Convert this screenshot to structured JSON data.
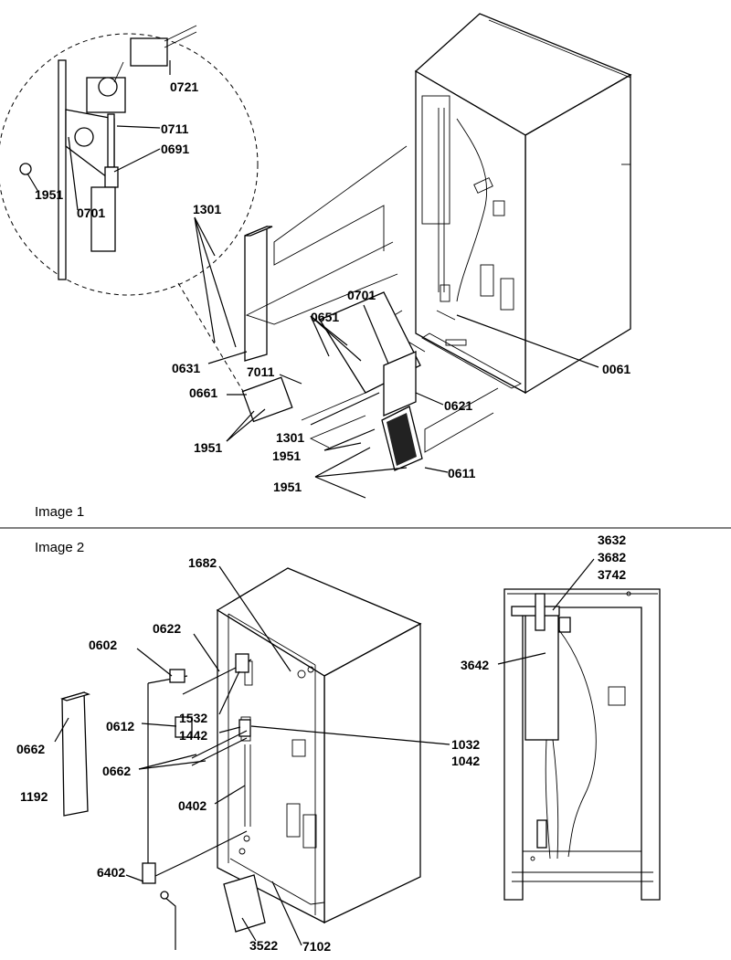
{
  "panels": [
    {
      "caption": "Image 1",
      "labels": [
        "0721",
        "0711",
        "0691",
        "1951",
        "0701",
        "1301",
        "0631",
        "7011",
        "0661",
        "1951",
        "1301",
        "1951",
        "1951",
        "0611",
        "0621",
        "0651",
        "0701",
        "0061"
      ]
    },
    {
      "caption": "Image 2",
      "labels": [
        "1682",
        "0602",
        "0622",
        "0612",
        "1532",
        "1442",
        "0662",
        "0662",
        "1192",
        "0402",
        "1032",
        "1042",
        "6402",
        "3522",
        "7102",
        "3632",
        "3682",
        "3742",
        "3642"
      ]
    }
  ],
  "colors": {
    "ink": "#000000",
    "background": "#ffffff",
    "grille": "#222222"
  }
}
